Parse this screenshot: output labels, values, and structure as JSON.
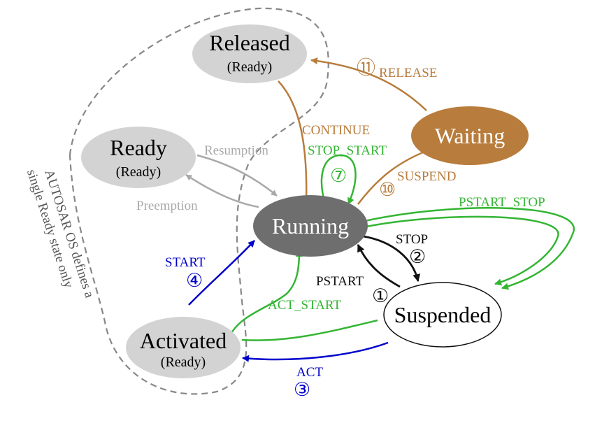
{
  "colors": {
    "grey": "#a9a9a9",
    "green": "#33b533",
    "blue": "#0000cc",
    "brown": "#b87c3c",
    "black": "#111111",
    "state_grey": "#d3d3d3",
    "running_fill": "#6e6e6e",
    "waiting_fill": "#b87c3c"
  },
  "states": {
    "released": {
      "name": "Released",
      "sub": "(Ready)"
    },
    "ready": {
      "name": "Ready",
      "sub": "(Ready)"
    },
    "running": {
      "name": "Running"
    },
    "waiting": {
      "name": "Waiting"
    },
    "suspended": {
      "name": "Suspended"
    },
    "activated": {
      "name": "Activated",
      "sub": "(Ready)"
    }
  },
  "transitions": {
    "release": {
      "label": "RELEASE",
      "number": "⑪"
    },
    "continue": {
      "label": "CONTINUE"
    },
    "stop_start": {
      "label": "STOP_START",
      "number": "⑦"
    },
    "suspend": {
      "label": "SUSPEND",
      "number": "⑩"
    },
    "resumption": {
      "label": "Resumption"
    },
    "preemption": {
      "label": "Preemption"
    },
    "pstart_stop": {
      "label": "PSTART_STOP"
    },
    "stop": {
      "label": "STOP",
      "number": "②"
    },
    "pstart": {
      "label": "PSTART",
      "number": "①"
    },
    "start": {
      "label": "START",
      "number": "④"
    },
    "act_start": {
      "label": "ACT_START"
    },
    "act": {
      "label": "ACT",
      "number": "③"
    }
  },
  "note": {
    "lines": [
      "AUTOSAR OS defines a",
      "single Ready state only"
    ]
  }
}
